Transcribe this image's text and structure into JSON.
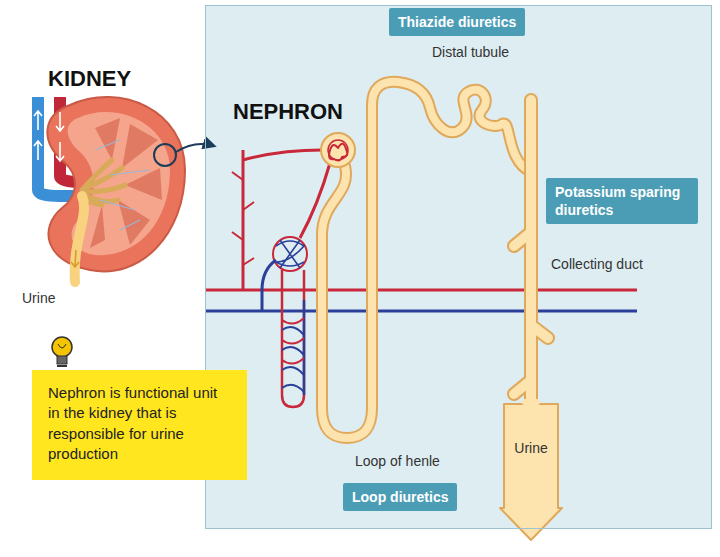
{
  "diagram": {
    "nodes": [
      {
        "text": [
          "NEPHRON"
        ]
      },
      {
        "text": [
          "Thiazide diuretics"
        ],
        "in": 0
      },
      {
        "text": [
          "Potassium sparing diuretics"
        ],
        "in": 0
      },
      {
        "text": [
          "Loop diuretics"
        ],
        "in": 0
      },
      {
        "text": [
          "Nephron is functional unit in the kidney that is responsible for urine production"
        ]
      }
    ],
    "labels": [
      "KIDNEY",
      "Urine",
      "Distal tubule",
      "Collecting duct",
      "Urine",
      "Loop of henle"
    ]
  }
}
